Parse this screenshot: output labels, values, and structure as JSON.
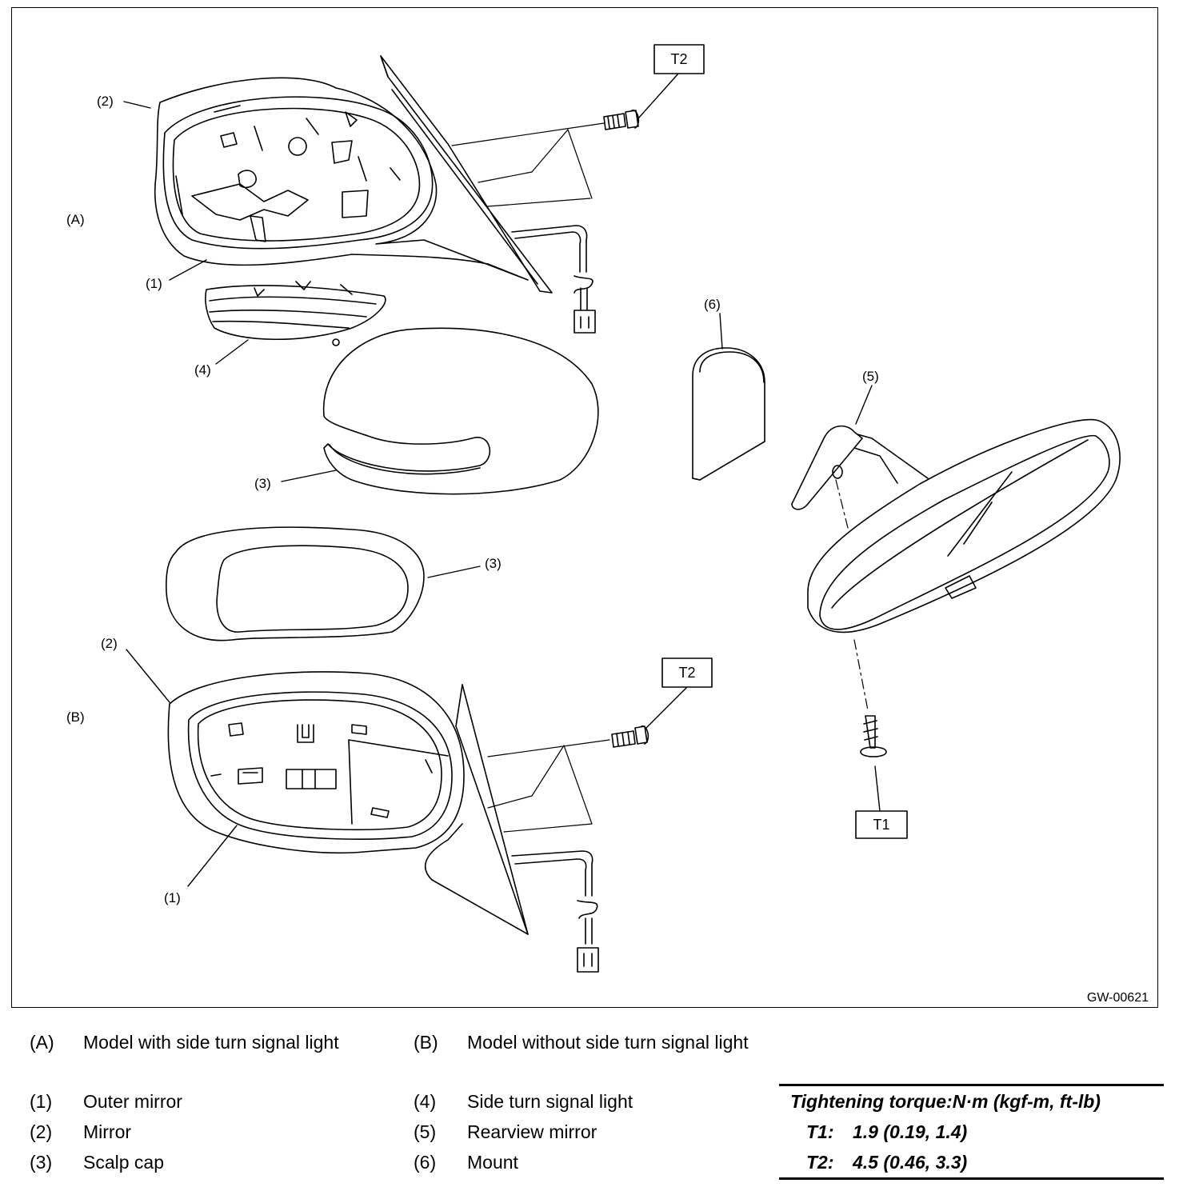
{
  "diagram": {
    "code": "GW-00621",
    "model_labels": {
      "a": "(A)",
      "b": "(B)"
    },
    "callouts": {
      "a_mirror": "(2)",
      "a_outer_mirror": "(1)",
      "a_turn_signal": "(4)",
      "a_scalp_cap": "(3)",
      "mount": "(6)",
      "rearview": "(5)",
      "b_scalp_cap": "(3)",
      "b_mirror": "(2)",
      "b_outer_mirror": "(1)"
    },
    "torque_boxes": {
      "t2_top": "T2",
      "t2_bottom": "T2",
      "t1": "T1"
    }
  },
  "legend": {
    "models": [
      {
        "key": "(A)",
        "text": "Model with side turn signal light"
      },
      {
        "key": "(B)",
        "text": "Model without side turn signal light"
      }
    ],
    "parts_left": [
      {
        "key": "(1)",
        "text": "Outer mirror"
      },
      {
        "key": "(2)",
        "text": "Mirror"
      },
      {
        "key": "(3)",
        "text": "Scalp cap"
      }
    ],
    "parts_right": [
      {
        "key": "(4)",
        "text": "Side turn signal light"
      },
      {
        "key": "(5)",
        "text": "Rearview mirror"
      },
      {
        "key": "(6)",
        "text": "Mount"
      }
    ]
  },
  "torque": {
    "title": "Tightening torque:N·m (kgf-m, ft-lb)",
    "rows": [
      {
        "label": "T1:",
        "value": "1.9 (0.19, 1.4)"
      },
      {
        "label": "T2:",
        "value": "4.5 (0.46, 3.3)"
      }
    ]
  }
}
